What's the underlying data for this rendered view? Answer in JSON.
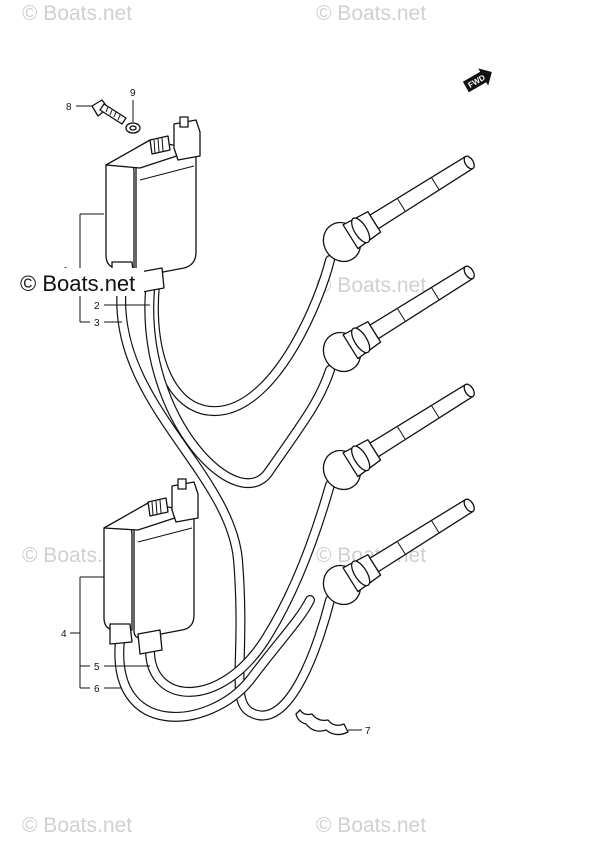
{
  "watermark": {
    "text": "© Boats.net",
    "primary_color": "#111111",
    "faded_color": "#d0d0d0"
  },
  "direction_marker": {
    "label": "FWD"
  },
  "callouts": [
    {
      "id": "1",
      "label": "1"
    },
    {
      "id": "2",
      "label": "2"
    },
    {
      "id": "3",
      "label": "3"
    },
    {
      "id": "4",
      "label": "4"
    },
    {
      "id": "5",
      "label": "5"
    },
    {
      "id": "6",
      "label": "6"
    },
    {
      "id": "7",
      "label": "7"
    },
    {
      "id": "8",
      "label": "8"
    },
    {
      "id": "9",
      "label": "9"
    }
  ]
}
